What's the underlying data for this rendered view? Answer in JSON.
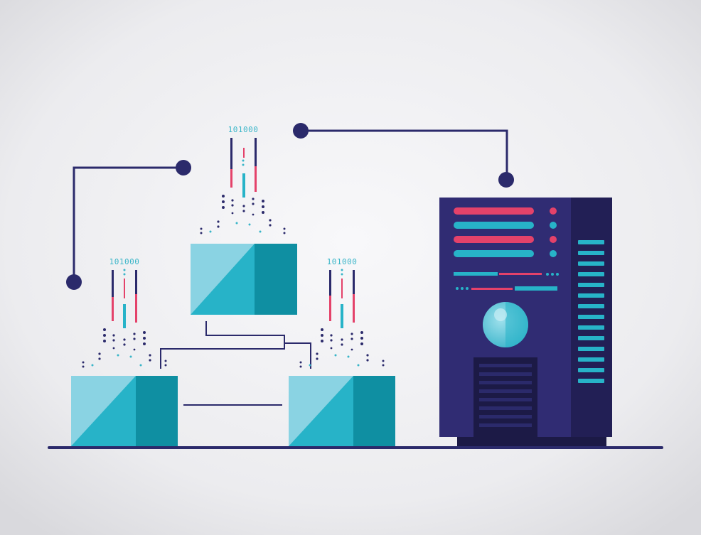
{
  "illustration": {
    "binary_labels": {
      "top_block": "101000",
      "left_block": "101000",
      "right_block": "101000"
    }
  },
  "colors": {
    "background": "#f3f3f5",
    "background_edge": "#dcdcdf",
    "navy": "#2b2a6b",
    "server_body": "#302c73",
    "server_shadow": "#1c1a46",
    "cyan_light": "#8ad3e3",
    "cyan_mid": "#27b3c8",
    "cyan_dark": "#0f8fa2",
    "pink": "#e4426a",
    "label_text": "#39b5c8"
  },
  "icons": [
    "server-icon",
    "data-block-icon",
    "network-node-icon"
  ]
}
